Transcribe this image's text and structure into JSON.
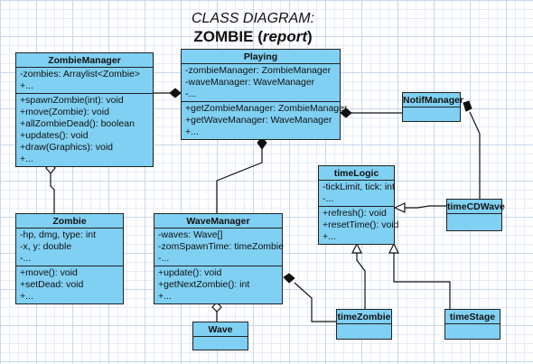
{
  "title": {
    "line1": "CLASS DIAGRAM:",
    "line2_main": "ZOMBIE",
    "line2_paren_open": "(",
    "line2_italic": "report",
    "line2_paren_close": ")"
  },
  "classes": {
    "zombieManager": {
      "name": "ZombieManager",
      "attributes": [
        "-zombies: Arraylist<Zombie>",
        "+..."
      ],
      "methods": [
        "+spawnZombie(int): void",
        "+move(Zombie): void",
        "+allZombieDead(): boolean",
        "+updates(): void",
        "+draw(Graphics): void",
        "+..."
      ]
    },
    "playing": {
      "name": "Playing",
      "attributes": [
        "-zombieManager: ZombieManager",
        "-waveManager: WaveManager",
        "-..."
      ],
      "methods": [
        "+getZombieManager: ZombieManager",
        "+getWaveManager: WaveManager",
        "+..."
      ]
    },
    "notifManager": {
      "name": "NotifManager"
    },
    "zombie": {
      "name": "Zombie",
      "attributes": [
        "-hp, dmg, type: int",
        "-x, y: double",
        "-..."
      ],
      "methods": [
        "+move(): void",
        "+setDead: void",
        "+..."
      ]
    },
    "waveManager": {
      "name": "WaveManager",
      "attributes": [
        "-waves: Wave[]",
        "-zomSpawnTime: timeZombie",
        "-..."
      ],
      "methods": [
        "+update(): void",
        "+getNextZombie(): int",
        "+..."
      ]
    },
    "timeLogic": {
      "name": "timeLogic",
      "attributes": [
        "-tickLimit, tick: int",
        "-..."
      ],
      "methods": [
        "+refresh(): void",
        "+resetTime(): void",
        "+..."
      ]
    },
    "timeCDWave": {
      "name": "timeCDWave"
    },
    "wave": {
      "name": "Wave"
    },
    "timeZombie": {
      "name": "timeZombie"
    },
    "timeStage": {
      "name": "timeStage"
    }
  }
}
